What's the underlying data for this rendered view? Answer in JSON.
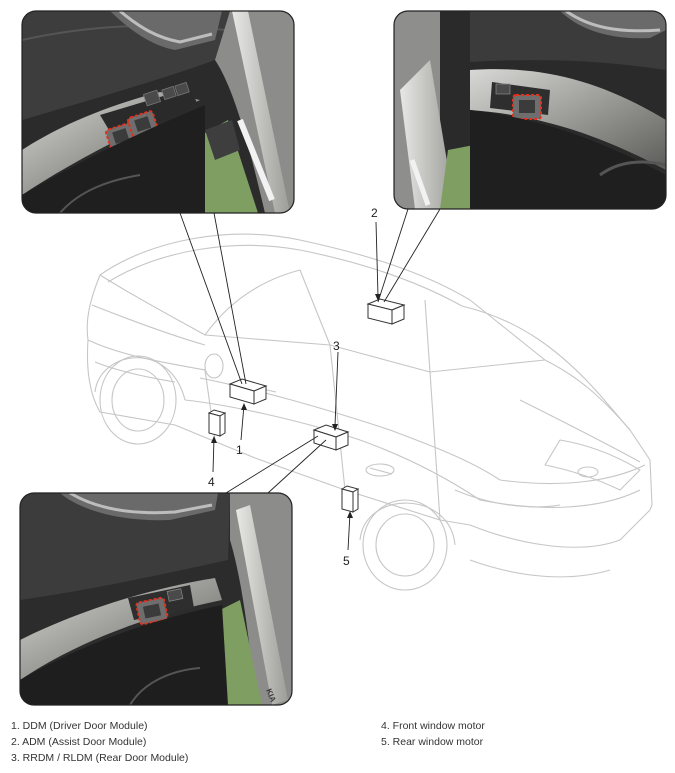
{
  "callouts": {
    "c1": "1",
    "c2": "2",
    "c3": "3",
    "c4": "4",
    "c5": "5"
  },
  "photo_badge": "KIA",
  "legend": {
    "left": [
      "1. DDM (Driver Door Module)",
      "2. ADM (Assist Door Module)",
      "3. RRDM / RLDM (Rear Door Module)"
    ],
    "right": [
      "4. Front window motor",
      "5. Rear window motor"
    ]
  },
  "colors": {
    "line_art": "#c8c8c8",
    "callout_line": "#222222",
    "photo_frame": "#222222",
    "switch_highlight": "#e0321e",
    "floor_green": "#7e9e62"
  }
}
